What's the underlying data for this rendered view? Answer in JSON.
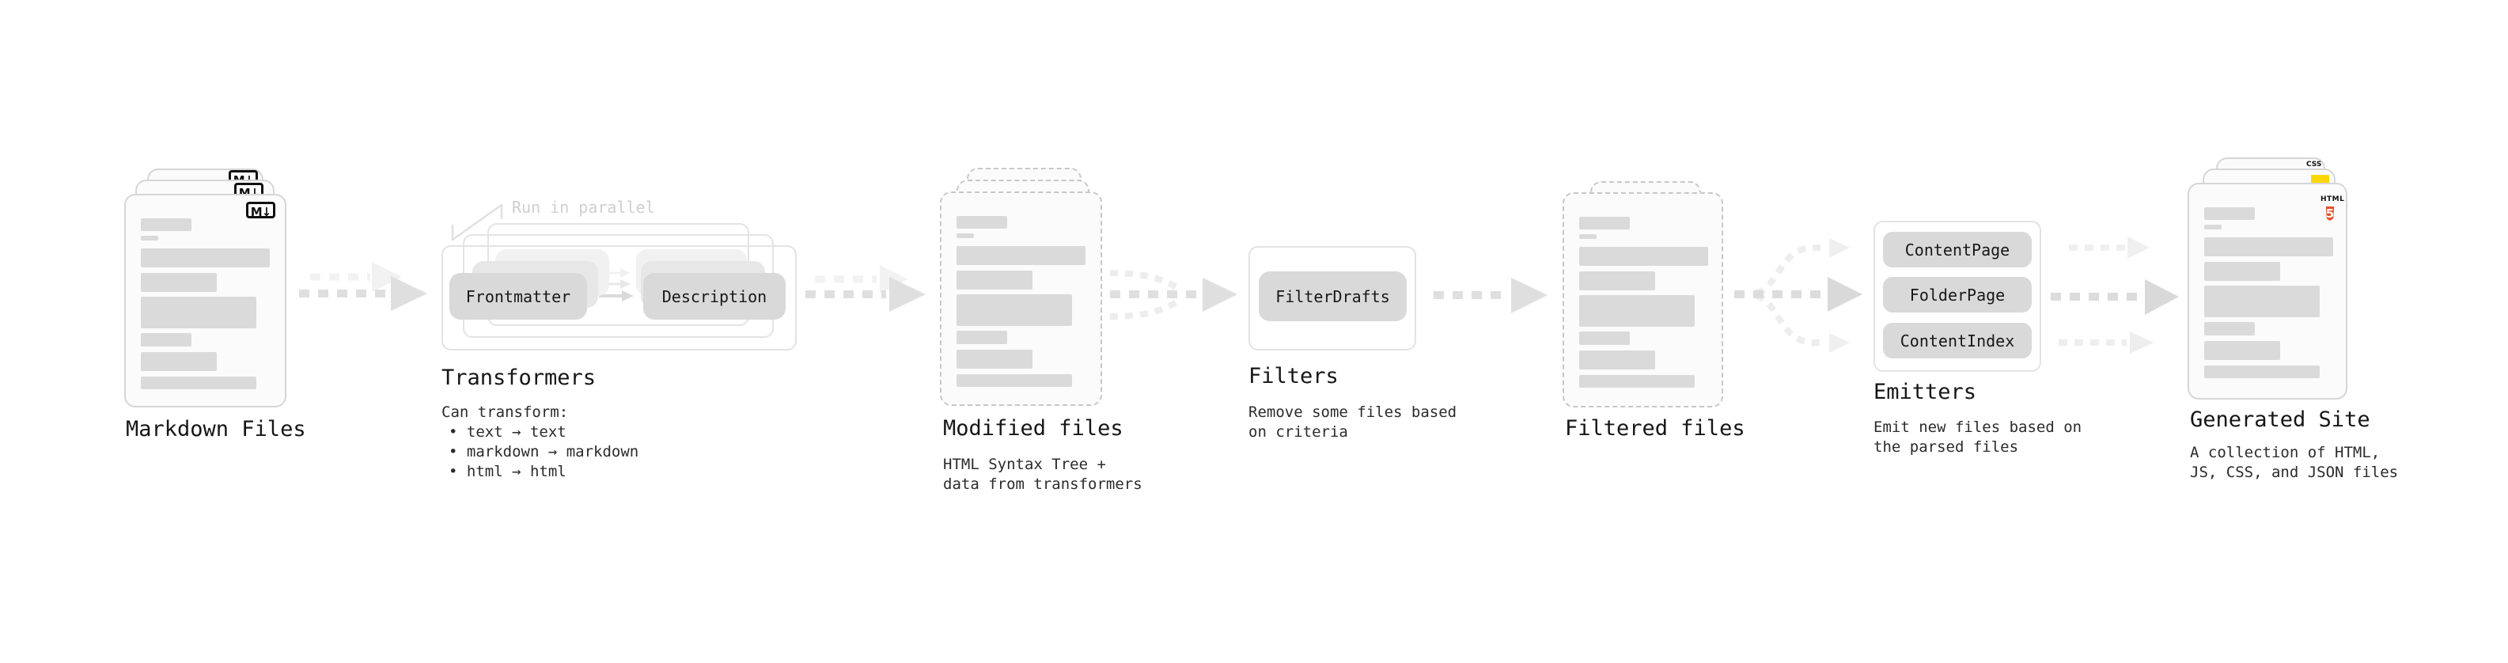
{
  "markdown_files": {
    "label": "Markdown Files",
    "icon": "M↓"
  },
  "transformers": {
    "label": "Transformers",
    "note": "Run in parallel",
    "pill_frontmatter": "Frontmatter",
    "pill_description": "Description",
    "desc_title": "Can transform:",
    "bullets": [
      "• text → text",
      "• markdown → markdown",
      "• html → html"
    ]
  },
  "modified_files": {
    "label": "Modified files",
    "desc": [
      "HTML Syntax Tree +",
      "data from transformers"
    ]
  },
  "filters": {
    "label": "Filters",
    "pill": "FilterDrafts",
    "desc": [
      "Remove some files based",
      "on criteria"
    ]
  },
  "filtered_files": {
    "label": "Filtered files"
  },
  "emitters": {
    "label": "Emitters",
    "pills": [
      "ContentPage",
      "FolderPage",
      "ContentIndex"
    ],
    "desc": [
      "Emit new files based on",
      "the parsed files"
    ]
  },
  "generated_site": {
    "label": "Generated Site",
    "desc": [
      "A collection of HTML,",
      "JS, CSS, and JSON files"
    ],
    "css_badge": "CSS",
    "html_badge": "HTML",
    "html_number": "5"
  },
  "colors": {
    "arrow_main": "#dfdfdf",
    "arrow_ghost": "#f2f2f2",
    "arrow_branch": "#ededed",
    "html5_orange": "#e44d26",
    "js_yellow": "#ffd600",
    "css_blue": "#2b6bff"
  }
}
